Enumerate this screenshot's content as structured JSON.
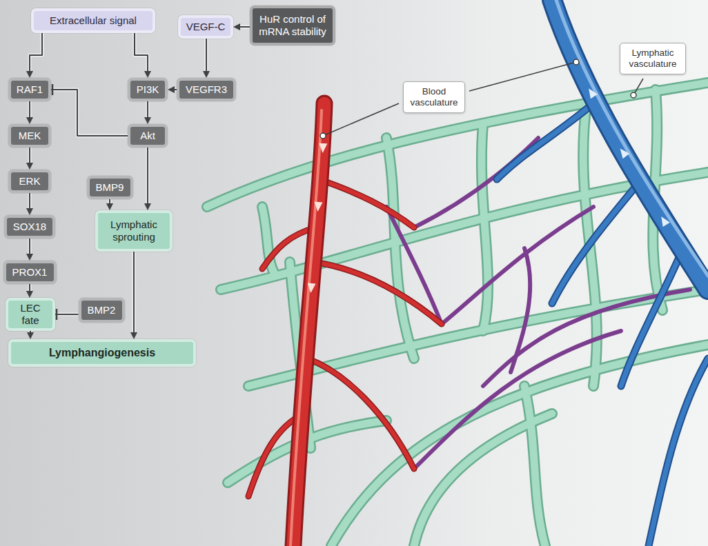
{
  "diagram": {
    "nodes": [
      {
        "text": [
          "Extracellular signal"
        ]
      },
      {
        "text": [
          "VEGF-C"
        ]
      },
      {
        "text": [
          "HuR control of mRNA stability"
        ]
      },
      {
        "text": [
          "RAF1"
        ]
      },
      {
        "text": [
          "PI3K"
        ]
      },
      {
        "text": [
          "VEGFR3"
        ]
      },
      {
        "text": [
          "Akt"
        ]
      },
      {
        "text": [
          "MEK"
        ]
      },
      {
        "text": [
          "ERK"
        ]
      },
      {
        "text": [
          "BMP9"
        ]
      },
      {
        "text": [
          "SOX18"
        ]
      },
      {
        "text": [
          "Lymphatic sprouting"
        ]
      },
      {
        "text": [
          "PROX1"
        ]
      },
      {
        "text": [
          "LEC fate"
        ]
      },
      {
        "text": [
          "BMP2"
        ]
      },
      {
        "text": [
          "Lymphangiogenesis"
        ]
      },
      {
        "text": [
          "Lymphatic vasculature"
        ]
      },
      {
        "text": [
          "Blood vasculature"
        ]
      }
    ],
    "edges": [
      {
        "from": 0,
        "to": 3,
        "arrow": "to"
      },
      {
        "from": 0,
        "to": 4,
        "arrow": "to"
      },
      {
        "from": 2,
        "to": 1,
        "arrow": "to"
      },
      {
        "from": 1,
        "to": 5,
        "arrow": "to"
      },
      {
        "from": 5,
        "to": 4,
        "arrow": "to"
      },
      {
        "from": 4,
        "to": 6,
        "arrow": "to"
      },
      {
        "from": 6,
        "to": 3,
        "arrow": "to"
      },
      {
        "from": 3,
        "to": 7,
        "arrow": "to"
      },
      {
        "from": 7,
        "to": 8,
        "arrow": "to"
      },
      {
        "from": 8,
        "to": 10,
        "arrow": "to"
      },
      {
        "from": 10,
        "to": 12,
        "arrow": "to"
      },
      {
        "from": 12,
        "to": 13,
        "arrow": "to"
      },
      {
        "from": 6,
        "to": 11,
        "arrow": "to"
      },
      {
        "from": 9,
        "to": 11,
        "arrow": "to"
      },
      {
        "from": 14,
        "to": 13,
        "arrow": "to"
      },
      {
        "from": 13,
        "to": 15,
        "arrow": "to"
      },
      {
        "from": 11,
        "to": 15,
        "arrow": "to"
      }
    ]
  }
}
